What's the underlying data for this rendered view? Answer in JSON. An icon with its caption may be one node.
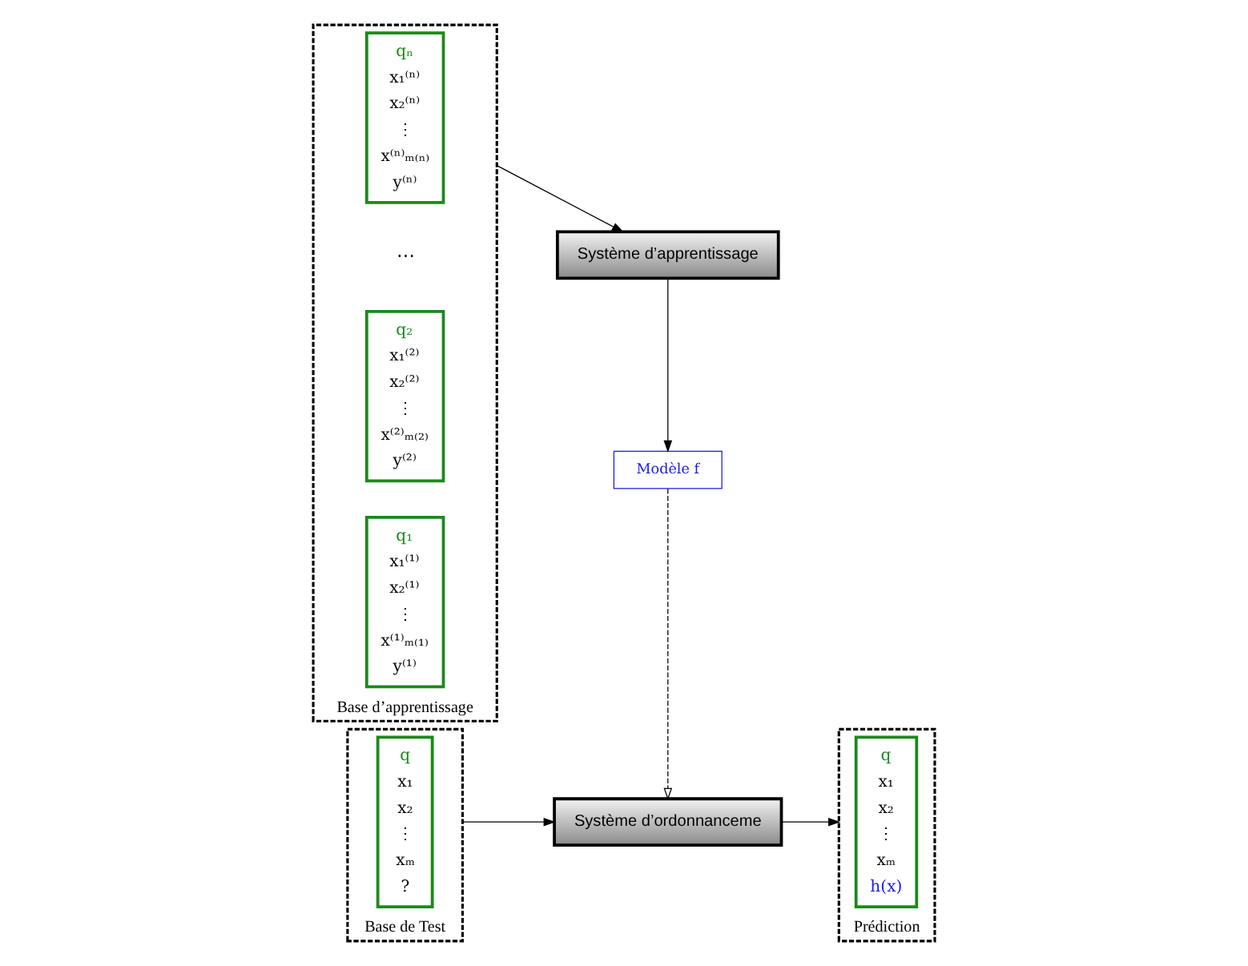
{
  "diagram": {
    "nodes": [
      {
        "text": [
          "Base d’apprentissage"
        ]
      },
      {
        "text": [
          "q₁",
          "x₁⁽¹⁾",
          "x₂⁽¹⁾",
          "⋮",
          "x⁽¹⁾ₘ₍₁₎",
          "y⁽¹⁾"
        ],
        "in": 0
      },
      {
        "text": [
          "q₂",
          "x₁⁽²⁾",
          "x₂⁽²⁾",
          "⋮",
          "x⁽²⁾ₘ₍₂₎",
          "y⁽²⁾"
        ],
        "in": 0
      },
      {
        "text": [
          "qₙ",
          "x₁⁽ⁿ⁾",
          "x₂⁽ⁿ⁾",
          "⋮",
          "x⁽ⁿ⁾ₘ₍ₙ₎",
          "y⁽ⁿ⁾"
        ],
        "in": 0
      },
      {
        "text": [
          "Système d’apprentissage"
        ]
      },
      {
        "text": [
          "Modèle f"
        ]
      },
      {
        "text": [
          "Base de Test"
        ]
      },
      {
        "text": [
          "q",
          "x₁",
          "x₂",
          "⋮",
          "xₘ",
          "?"
        ],
        "in": 6
      },
      {
        "text": [
          "Système d’ordonnanceme"
        ]
      },
      {
        "text": [
          "Prédiction"
        ]
      },
      {
        "text": [
          "q",
          "x₁",
          "x₂",
          "⋮",
          "xₘ",
          "h(x)"
        ],
        "in": 9
      }
    ],
    "edges": [
      {
        "from": 0,
        "to": 4,
        "arrow": "to"
      },
      {
        "from": 4,
        "to": 5,
        "arrow": "to"
      },
      {
        "from": 5,
        "to": 8,
        "arrow": "to",
        "style": "dashed"
      },
      {
        "from": 6,
        "to": 8,
        "arrow": "to"
      },
      {
        "from": 8,
        "to": 9,
        "arrow": "to"
      }
    ],
    "labels": [
      "⋯"
    ]
  }
}
